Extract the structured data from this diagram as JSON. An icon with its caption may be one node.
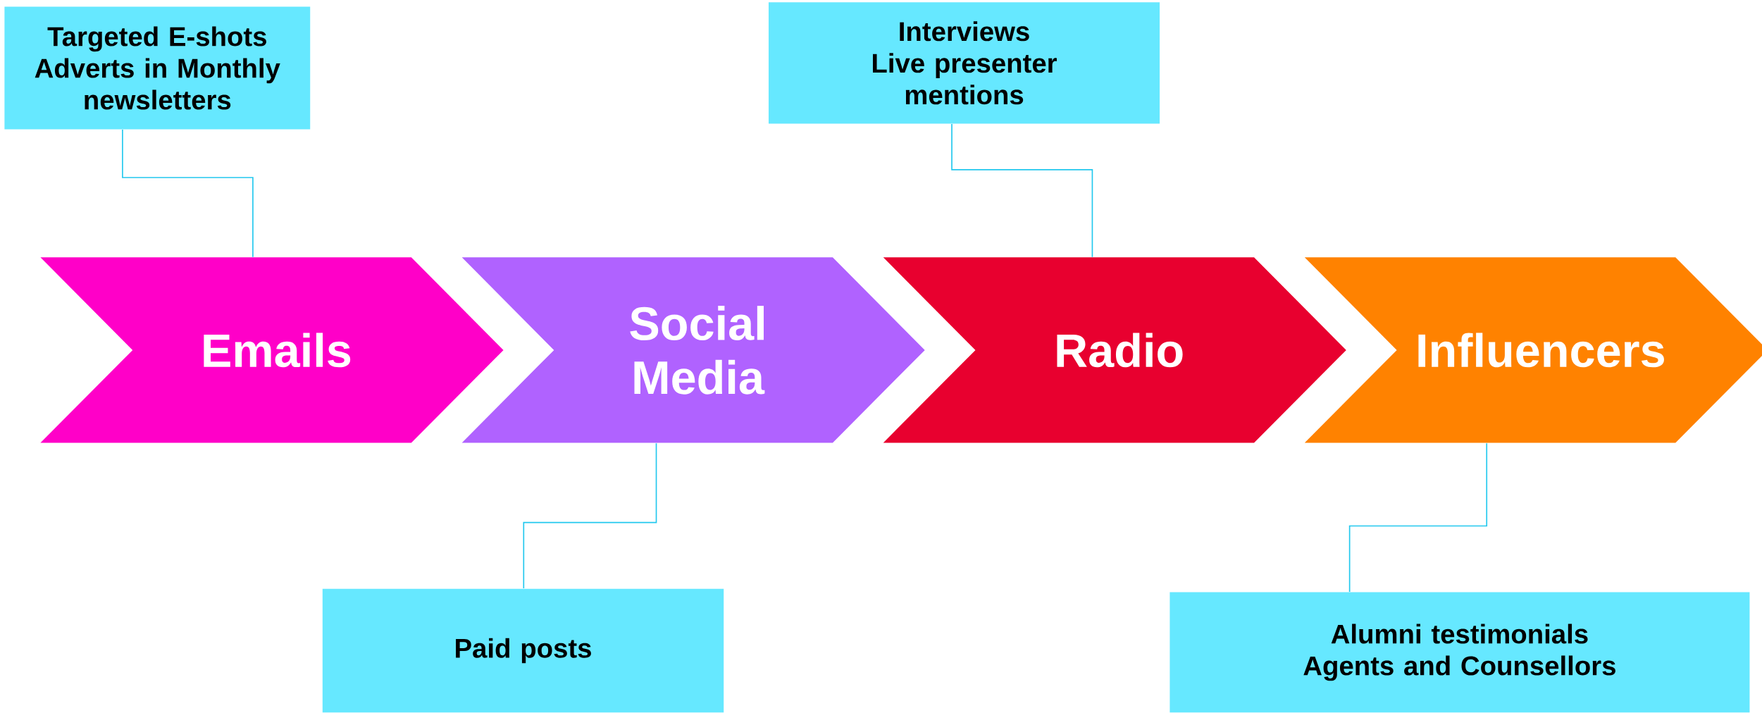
{
  "diagram": {
    "nodes": [
      {
        "text": [
          "Targeted E-shots",
          "Adverts in Monthly newsletters"
        ]
      },
      {
        "text": [
          "Interviews",
          "Live presenter mentions"
        ]
      },
      {
        "text": [
          "Emails"
        ]
      },
      {
        "text": [
          "Social Media"
        ]
      },
      {
        "text": [
          "Radio"
        ]
      },
      {
        "text": [
          "Influencers"
        ]
      },
      {
        "text": [
          "Paid posts"
        ]
      },
      {
        "text": [
          "Alumni testimonials",
          "Agents and Counsellors"
        ]
      }
    ],
    "edges": [
      {
        "from": 0,
        "to": 2,
        "arrow": "none"
      },
      {
        "from": 1,
        "to": 4,
        "arrow": "none"
      },
      {
        "from": 6,
        "to": 3,
        "arrow": "none"
      },
      {
        "from": 7,
        "to": 5,
        "arrow": "none"
      }
    ]
  }
}
